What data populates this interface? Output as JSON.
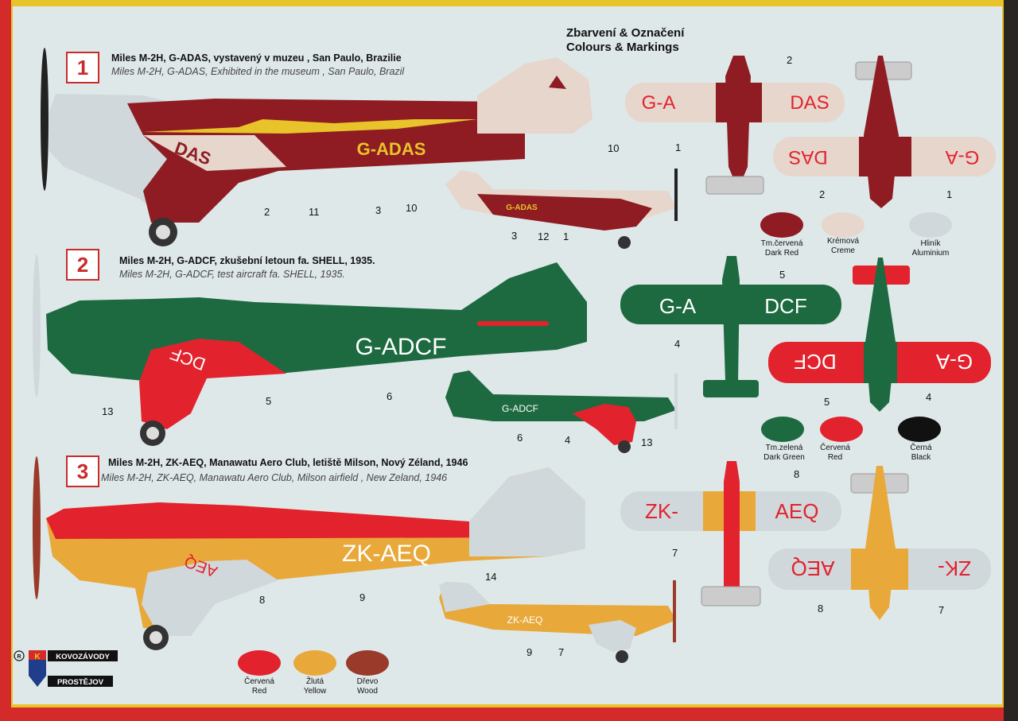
{
  "header": {
    "title_cz": "Zbarvení & Označení",
    "title_en": "Colours & Markings"
  },
  "variants": [
    {
      "number": "1",
      "caption_cz": "Miles M-2H, G-ADAS, vystavený v muzeu , San Paulo, Brazilie",
      "caption_en": "Miles M-2H, G-ADAS,  Exhibited in the museum , San Paulo, Brazil",
      "reg_side": "G-ADAS",
      "reg_wing_side": "DAS",
      "reg_small": "G-ADAS",
      "wing_top_left": "G-A",
      "wing_top_right": "DAS",
      "wing_bot_left": "DAS",
      "wing_bot_right": "G-A",
      "callouts_side": [
        "2",
        "11",
        "3",
        "10"
      ],
      "callouts_small": [
        "10",
        "3",
        "12",
        "1"
      ],
      "callouts_plan": [
        "2",
        "1",
        "2",
        "1"
      ]
    },
    {
      "number": "2",
      "caption_cz": "Miles M-2H, G-ADCF, zkušební letoun fa. SHELL, 1935.",
      "caption_en": "Miles M-2H, G-ADCF, test aircraft fa. SHELL, 1935.",
      "reg_side": "G-ADCF",
      "reg_wing_side": "DCF",
      "reg_small": "G-ADCF",
      "wing_top_left": "G-A",
      "wing_top_right": "DCF",
      "wing_bot_left": "DCF",
      "wing_bot_right": "G-A",
      "callouts_side": [
        "13",
        "5",
        "6"
      ],
      "callouts_small": [
        "6",
        "4",
        "13"
      ],
      "callouts_plan": [
        "5",
        "4",
        "5",
        "4"
      ]
    },
    {
      "number": "3",
      "caption_cz": "Miles M-2H, ZK-AEQ,  Manawatu Aero Club, letiště Milson, Nový Zéland, 1946",
      "caption_en": "Miles M-2H, ZK-AEQ,  Manawatu Aero Club, Milson airfield , New Zeland, 1946",
      "reg_side": "ZK-AEQ",
      "reg_wing_side": "AEQ",
      "reg_small": "ZK-AEQ",
      "wing_top_left": "ZK-",
      "wing_top_right": "AEQ",
      "wing_bot_left": "AEQ",
      "wing_bot_right": "ZK-",
      "callouts_side": [
        "8",
        "9",
        "14"
      ],
      "callouts_small": [
        "9",
        "7"
      ],
      "callouts_plan": [
        "8",
        "7",
        "8",
        "7"
      ]
    }
  ],
  "swatches": [
    {
      "cz": "Tm.červená",
      "en": "Dark Red",
      "color": "#8e1c22"
    },
    {
      "cz": "Krémová",
      "en": "Creme",
      "color": "#e6d6cc"
    },
    {
      "cz": "Hliník",
      "en": "Aluminium",
      "color": "#d0d8db"
    },
    {
      "cz": "Tm.zelená",
      "en": "Dark Green",
      "color": "#1d6a41"
    },
    {
      "cz": "Červená",
      "en": "Red",
      "color": "#e2232e"
    },
    {
      "cz": "Černá",
      "en": "Black",
      "color": "#111111"
    },
    {
      "cz": "Červená",
      "en": "Red",
      "color": "#e2232e"
    },
    {
      "cz": "Žlutá",
      "en": "Yellow",
      "color": "#e8a93a"
    },
    {
      "cz": "Dřevo",
      "en": "Wood",
      "color": "#9a3a2a"
    }
  ],
  "logo": {
    "line1": "KOVOZÁVODY",
    "line2": "PROSTĚJOV",
    "registered": "R"
  },
  "colors": {
    "dark_red": "#8e1c22",
    "creme": "#e6d6cc",
    "aluminium": "#d0d8db",
    "dark_green": "#1d6a41",
    "red": "#e2232e",
    "yellow": "#e8a93a",
    "sheet": "#dfe8e9",
    "frame_yellow": "#e8c32a",
    "frame_red": "#d42a2a"
  }
}
